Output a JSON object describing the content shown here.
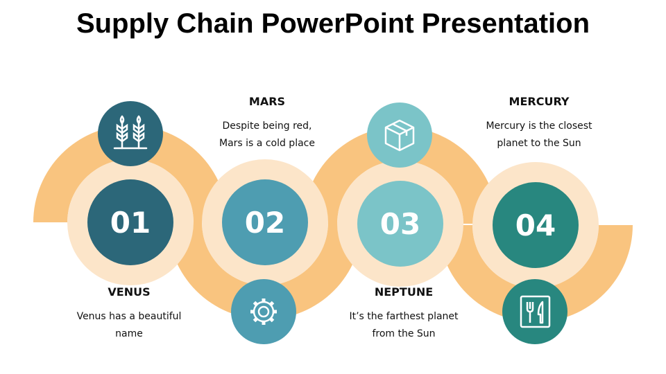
{
  "title": "Supply Chain PowerPoint Presentation",
  "colors": {
    "orange": "#F9C47F",
    "light": "#FCE5C9",
    "step1": "#2C6779",
    "step2": "#4E9DB1",
    "step3": "#7BC4C8",
    "step4": "#28877F"
  },
  "steps": [
    {
      "number": "01",
      "heading": "VENUS",
      "text": "Venus has a beautiful name",
      "icon": "wheat-icon"
    },
    {
      "number": "02",
      "heading": "MARS",
      "text": "Despite being red, Mars is a cold place",
      "icon": "gear-icon"
    },
    {
      "number": "03",
      "heading": "NEPTUNE",
      "text": "It’s the farthest planet from the Sun",
      "icon": "box-icon"
    },
    {
      "number": "04",
      "heading": "MERCURY",
      "text": "Mercury is the closest planet to the Sun",
      "icon": "cutlery-icon"
    }
  ]
}
